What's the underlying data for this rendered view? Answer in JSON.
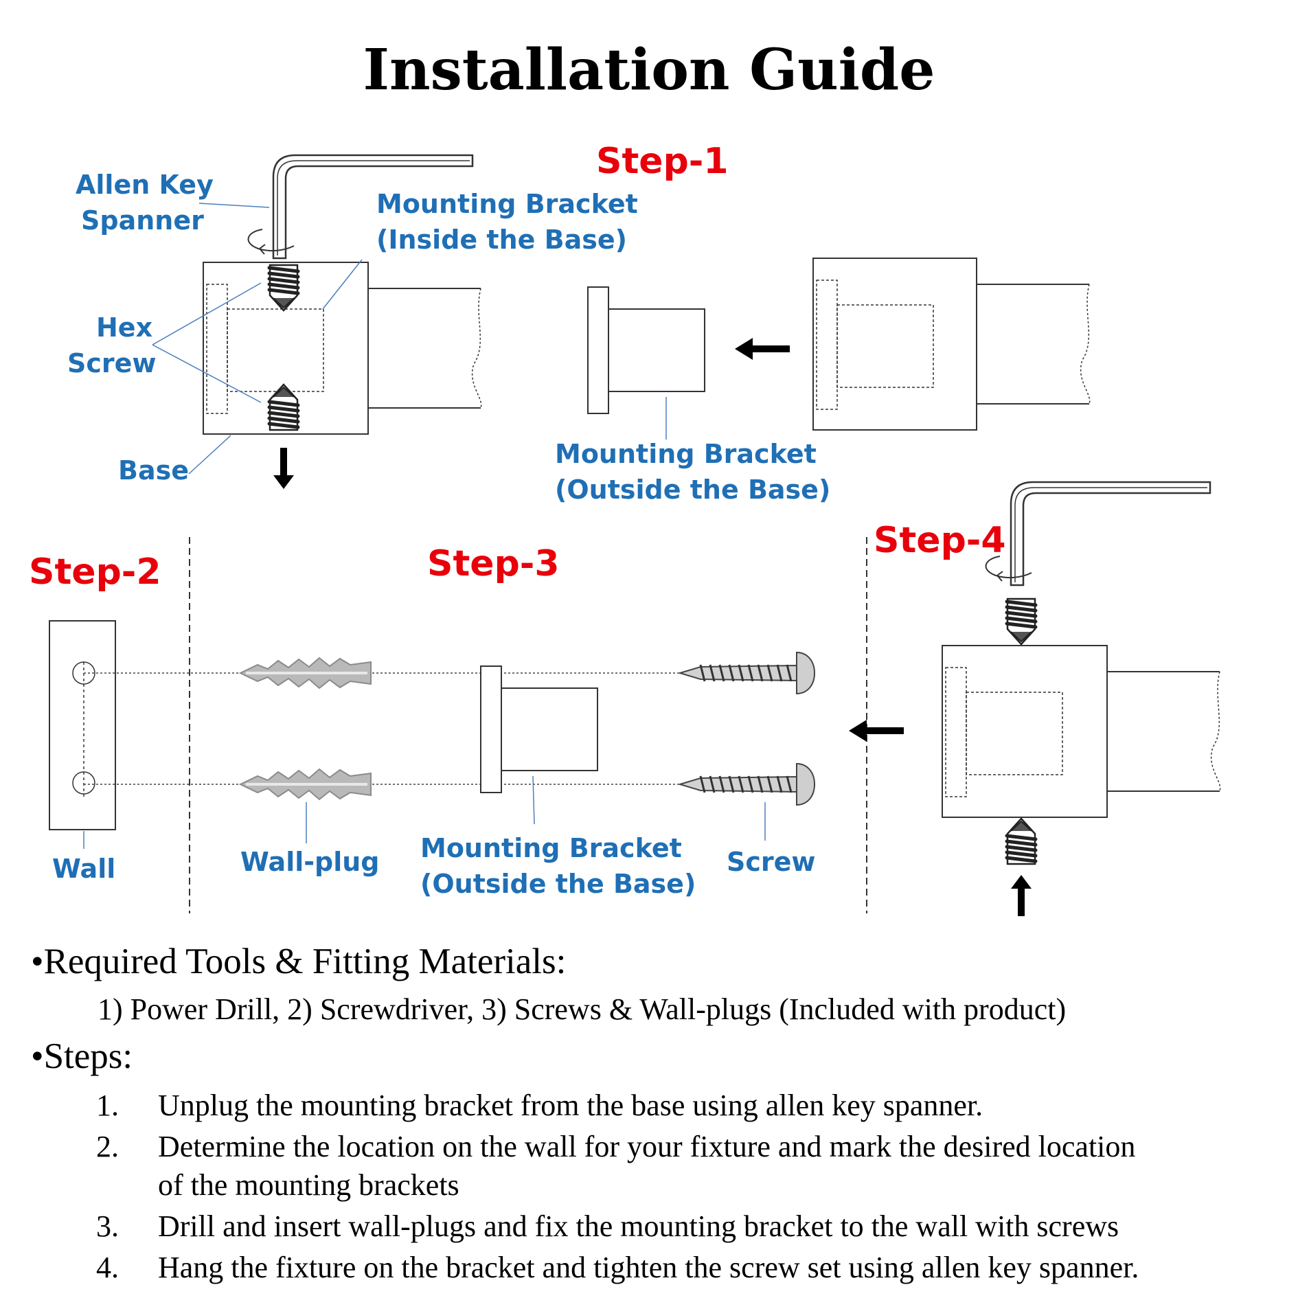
{
  "title": "Installation Guide",
  "steps_diagram": {
    "step1": "Step-1",
    "step2": "Step-2",
    "step3": "Step-3",
    "step4": "Step-4"
  },
  "labels": {
    "allen_key_1": "Allen Key",
    "allen_key_2": "Spanner",
    "hex_1": "Hex",
    "hex_2": "Screw",
    "base": "Base",
    "mb_inside_1": "Mounting Bracket",
    "mb_inside_2": "(Inside the Base)",
    "mb_outside_1": "Mounting Bracket",
    "mb_outside_2": "(Outside the Base)",
    "wall": "Wall",
    "wall_plug": "Wall-plug",
    "mb_outside3_1": "Mounting Bracket",
    "mb_outside3_2": "(Outside the Base)",
    "screw": "Screw"
  },
  "colors": {
    "step_red": "#e8000b",
    "label_blue": "#1f6fb5"
  },
  "tools": {
    "heading": "Required Tools & Fitting Materials:",
    "list": "1) Power Drill, 2) Screwdriver, 3) Screws & Wall-plugs (Included with product)"
  },
  "steps": {
    "heading": "Steps:",
    "items": [
      {
        "num": "1.",
        "line1": "Unplug the mounting bracket from the base using allen key spanner.",
        "line2": ""
      },
      {
        "num": "2.",
        "line1": "Determine the location on the wall for your fixture and mark the desired location",
        "line2": "of the mounting brackets"
      },
      {
        "num": "3.",
        "line1": "Drill and insert wall-plugs and fix the mounting bracket to the wall with screws",
        "line2": ""
      },
      {
        "num": "4.",
        "line1": "Hang the fixture on the bracket and tighten the screw set using allen key spanner.",
        "line2": ""
      }
    ]
  }
}
